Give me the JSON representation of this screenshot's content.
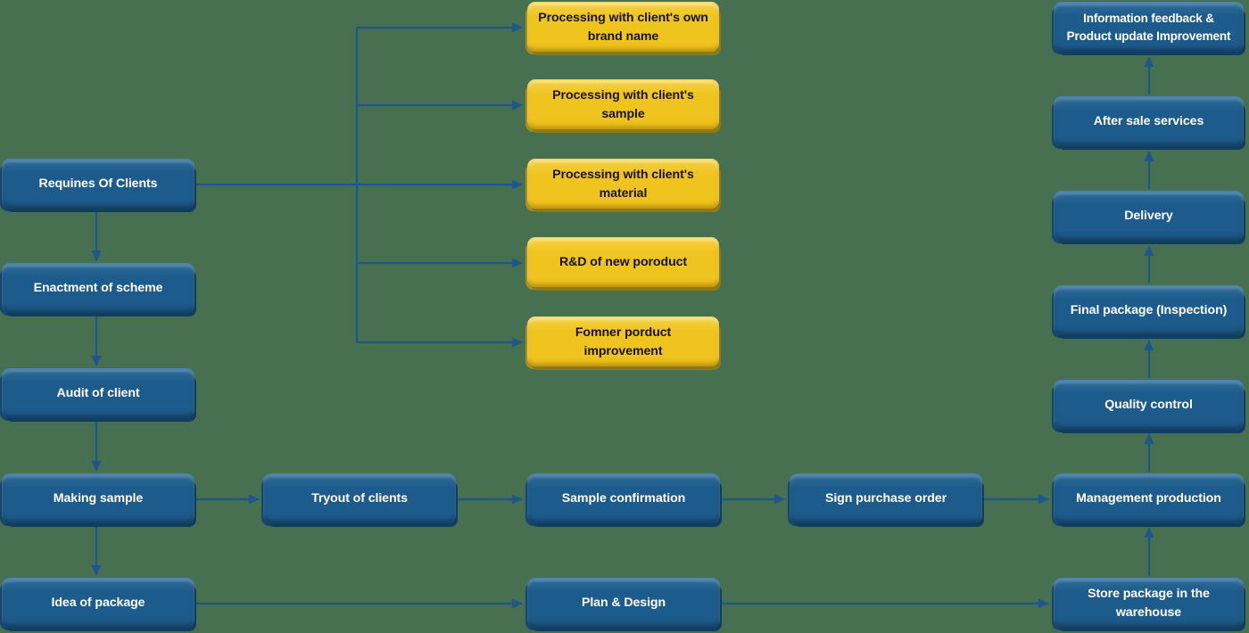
{
  "colors": {
    "background": "#477050",
    "blue_box": "#1d5b8c",
    "blue_box_highlight": "#4a85af",
    "blue_box_shadow": "#0f3e63",
    "blue_text": "#ffffff",
    "yellow_box": "#f0c41f",
    "yellow_box_highlight": "#f8dc6e",
    "yellow_box_shadow": "#8f7a1a",
    "yellow_text": "#17130a",
    "arrow": "#1d568e"
  },
  "flow": {
    "clients_column": [
      {
        "label": "Requines Of Clients"
      },
      {
        "label": "Enactment of scheme"
      },
      {
        "label": "Audit of client"
      },
      {
        "label": "Making sample"
      },
      {
        "label": "Idea of package"
      }
    ],
    "service_options": [
      {
        "label": "Processing with client's own\nbrand name"
      },
      {
        "label": "Processing with client's\nsample"
      },
      {
        "label": "Processing with client's\nmaterial"
      },
      {
        "label": "R&D of new poroduct"
      },
      {
        "label": "Fomner porduct\nimprovement"
      }
    ],
    "sample_row": [
      {
        "label": "Tryout of clients"
      },
      {
        "label": "Sample confirmation"
      },
      {
        "label": "Sign purchase order"
      }
    ],
    "package_row": [
      {
        "label": "Plan & Design"
      }
    ],
    "production_column": [
      {
        "label": "Information feedback &\nProduct update Improvement"
      },
      {
        "label": "After sale services"
      },
      {
        "label": "Delivery"
      },
      {
        "label": "Final package (Inspection)"
      },
      {
        "label": "Quality control"
      },
      {
        "label": "Management production"
      },
      {
        "label": "Store package in the\nwarehouse"
      }
    ]
  }
}
